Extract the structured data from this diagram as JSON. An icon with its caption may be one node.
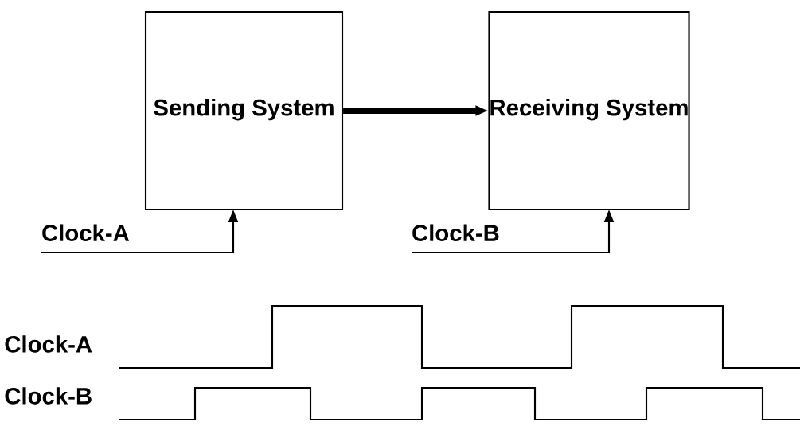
{
  "diagram": {
    "nodes": [
      {
        "text": [
          "Sending System"
        ]
      },
      {
        "text": [
          "Receiving System"
        ]
      },
      {
        "text": [
          "Clock-A"
        ]
      },
      {
        "text": [
          "Clock-B"
        ]
      }
    ],
    "edges": [
      {
        "from": 0,
        "to": 1,
        "arrow": "to",
        "style": "thick"
      },
      {
        "from": 2,
        "to": 0,
        "arrow": "to"
      },
      {
        "from": 3,
        "to": 1,
        "arrow": "to"
      }
    ],
    "labels": [
      "Clock-A",
      "Clock-B"
    ]
  }
}
